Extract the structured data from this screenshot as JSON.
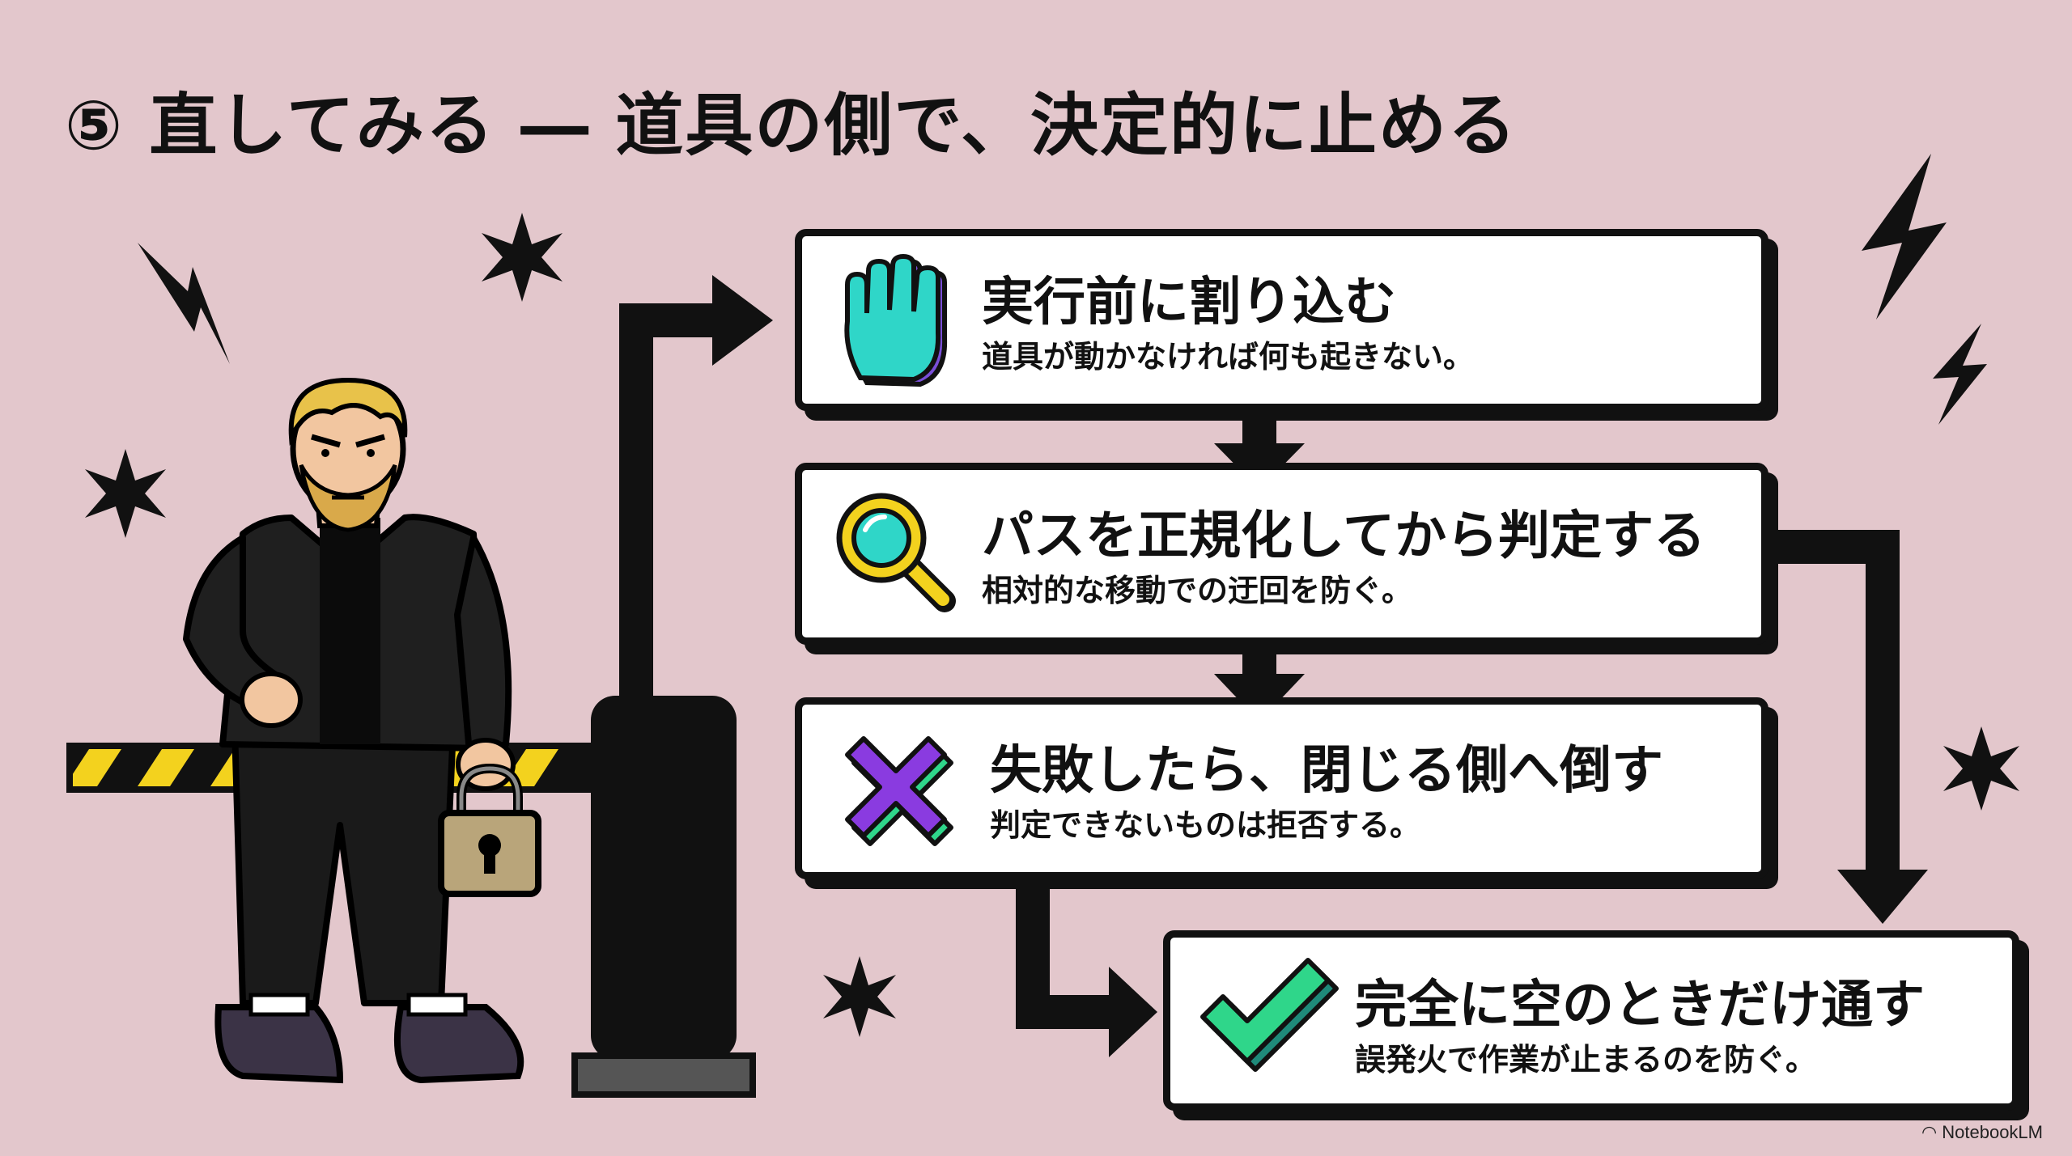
{
  "slide": {
    "title": "⑤ 直してみる ― 道具の側で、決定的に止める"
  },
  "steps": [
    {
      "title": "実行前に割り込む",
      "subtitle": "道具が動かなければ何も起きない。",
      "icon": "stop-hand-icon"
    },
    {
      "title": "パスを正規化してから判定する",
      "subtitle": "相対的な移動での迂回を防ぐ。",
      "icon": "magnifier-icon"
    },
    {
      "title": "失敗したら、閉じる側へ倒す",
      "subtitle": "判定できないものは拒否する。",
      "icon": "cross-icon"
    },
    {
      "title": "完全に空のときだけ通す",
      "subtitle": "誤発火で作業が止まるのを防ぐ。",
      "icon": "check-icon"
    }
  ],
  "watermark": {
    "label": "NotebookLM"
  },
  "colors": {
    "background": "#e3c7cc",
    "hand": "#2fd6c8",
    "hand_shadow": "#7a4fd8",
    "magnifier": "#f3d21e",
    "cross": "#8a3be0",
    "cross_shadow": "#2fd68a",
    "check": "#2fd68a",
    "check_shadow": "#1f8a7a",
    "barrier_stripe": "#f3d21e",
    "lock": "#b9a57a"
  }
}
